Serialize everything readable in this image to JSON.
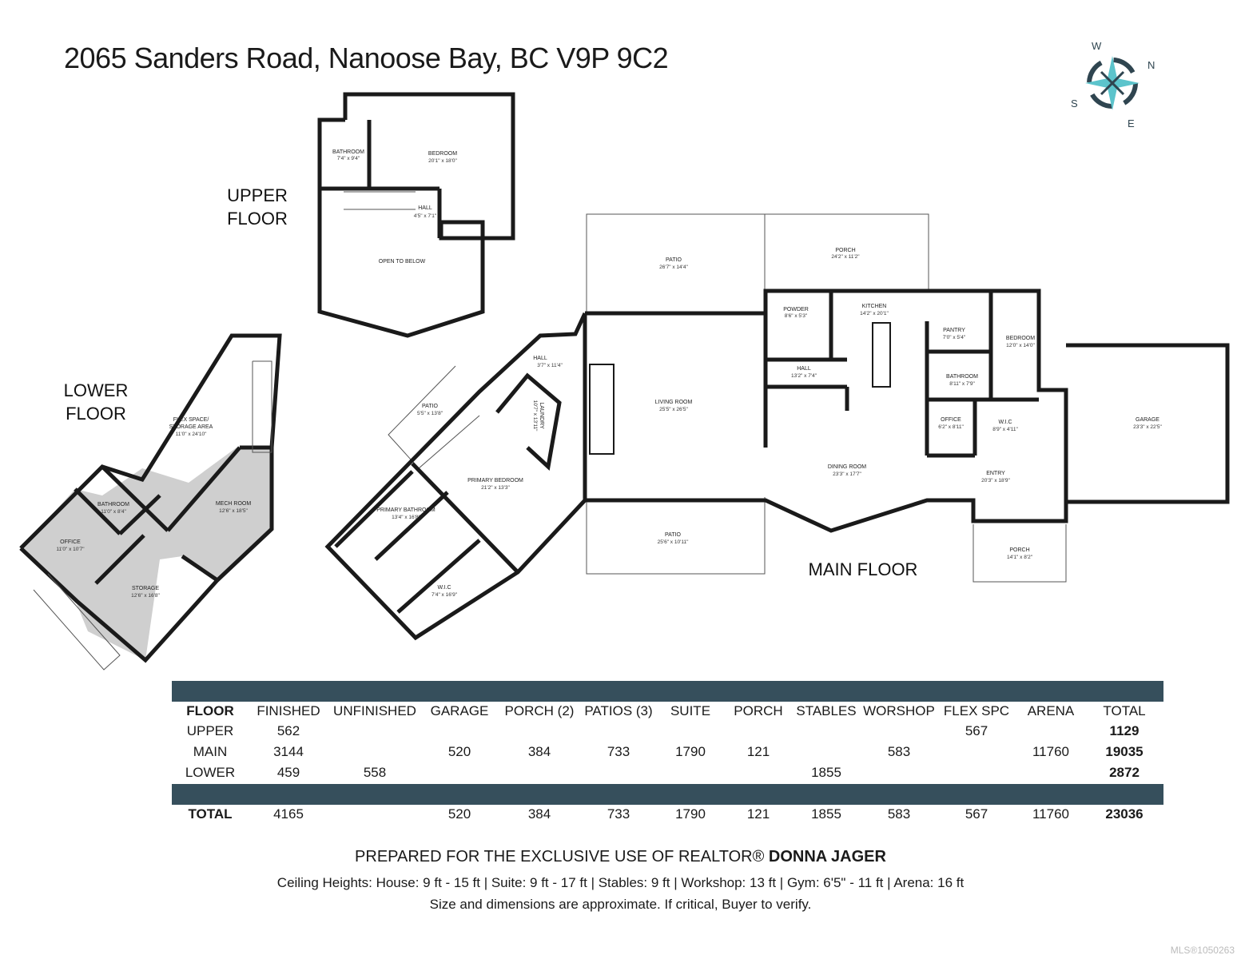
{
  "title": "2065 Sanders Road, Nanoose Bay, BC V9P 9C2",
  "floor_labels": {
    "upper": [
      "UPPER",
      "FLOOR"
    ],
    "lower": [
      "LOWER",
      "FLOOR"
    ],
    "main": "MAIN FLOOR"
  },
  "compass": {
    "w": "W",
    "n": "N",
    "s": "S",
    "e": "E"
  },
  "rooms": {
    "upper_bathroom": [
      "BATHROOM",
      "7'4\" x 9'4\""
    ],
    "upper_bedroom": [
      "BEDROOM",
      "20'1\" x 18'0\""
    ],
    "upper_hall": [
      "HALL",
      "4'5\" x 7'1\""
    ],
    "open_below": [
      "OPEN TO BELOW",
      ""
    ],
    "flex_space": [
      "FLEX SPACE/",
      "STORAGE AREA",
      "11'0\" x 24'10\""
    ],
    "lower_bathroom": [
      "BATHROOM",
      "11'0\" x 8'4\""
    ],
    "mech_room": [
      "MECH ROOM",
      "12'6\" x 18'5\""
    ],
    "lower_office": [
      "OFFICE",
      "11'0\" x 10'7\""
    ],
    "storage": [
      "STORAGE",
      "12'6\" x 16'8\""
    ],
    "patio_top": [
      "PATIO",
      "26'7\" x 14'4\""
    ],
    "porch_top": [
      "PORCH",
      "24'2\" x 11'2\""
    ],
    "powder": [
      "POWDER",
      "8'6\" x 5'3\""
    ],
    "kitchen": [
      "KITCHEN",
      "14'2\" x 20'1\""
    ],
    "pantry": [
      "PANTRY",
      "7'0\" x 5'4\""
    ],
    "main_bedroom": [
      "BEDROOM",
      "12'0\" x 14'0\""
    ],
    "main_hall_left": [
      "HALL",
      "3'7\" x 11'4\""
    ],
    "main_hall": [
      "HALL",
      "13'2\" x 7'4\""
    ],
    "main_bathroom": [
      "BATHROOM",
      "8'11\" x 7'9\""
    ],
    "patio_small": [
      "PATIO",
      "5'5\" x 13'8\""
    ],
    "laundry": [
      "LAUNDRY",
      "10'7\" x 13'11\""
    ],
    "living_room": [
      "LIVING ROOM",
      "25'5\" x 26'5\""
    ],
    "main_office": [
      "OFFICE",
      "6'2\" x 8'11\""
    ],
    "wic_main": [
      "W.I.C",
      "8'9\" x 4'11\""
    ],
    "garage": [
      "GARAGE",
      "23'3\" x 22'5\""
    ],
    "primary_bedroom": [
      "PRIMARY BEDROOM",
      "21'2\" x 13'3\""
    ],
    "dining_room": [
      "DINING ROOM",
      "23'3\" x 17'7\""
    ],
    "entry": [
      "ENTRY",
      "20'3\" x 18'9\""
    ],
    "primary_bathroom": [
      "PRIMARY BATHROOM",
      "13'4\" x 16'8\""
    ],
    "patio_bottom": [
      "PATIO",
      "25'6\" x 10'11\""
    ],
    "porch_bottom": [
      "PORCH",
      "14'1\" x 8'2\""
    ],
    "wic_primary": [
      "W.I.C",
      "7'4\" x 16'9\""
    ]
  },
  "table": {
    "headers": [
      "FLOOR",
      "FINISHED",
      "UNFINISHED",
      "GARAGE",
      "PORCH (2)",
      "PATIOS (3)",
      "SUITE",
      "PORCH",
      "STABLES",
      "WORSHOP",
      "FLEX SPC",
      "ARENA",
      "TOTAL"
    ],
    "rows": [
      [
        "UPPER",
        "562",
        "",
        "",
        "",
        "",
        "",
        "",
        "",
        "",
        "567",
        "",
        "1129"
      ],
      [
        "MAIN",
        "3144",
        "",
        "520",
        "384",
        "733",
        "1790",
        "121",
        "",
        "583",
        "",
        "11760",
        "19035"
      ],
      [
        "LOWER",
        "459",
        "558",
        "",
        "",
        "",
        "",
        "",
        "1855",
        "",
        "",
        "",
        "2872"
      ]
    ],
    "total_row": [
      "TOTAL",
      "4165",
      "",
      "520",
      "384",
      "733",
      "1790",
      "121",
      "1855",
      "583",
      "567",
      "11760",
      "23036"
    ]
  },
  "footer": {
    "prepared_prefix": "PREPARED FOR THE EXCLUSIVE USE OF REALTOR®",
    "realtor": "DONNA JAGER",
    "ceiling": "Ceiling Heights: House: 9 ft - 15 ft | Suite: 9 ft - 17 ft | Stables: 9 ft | Workshop: 13 ft | Gym: 6'5\" - 11 ft | Arena: 16 ft",
    "disclaimer": "Size and dimensions are approximate. If critical, Buyer to verify."
  },
  "watermark": "MLS®1050263",
  "colors": {
    "bar": "#364f5c",
    "compass_accent": "#5cc4cc",
    "compass_dark": "#2f4550",
    "lower_floor_fill": "#cfcfcf"
  }
}
